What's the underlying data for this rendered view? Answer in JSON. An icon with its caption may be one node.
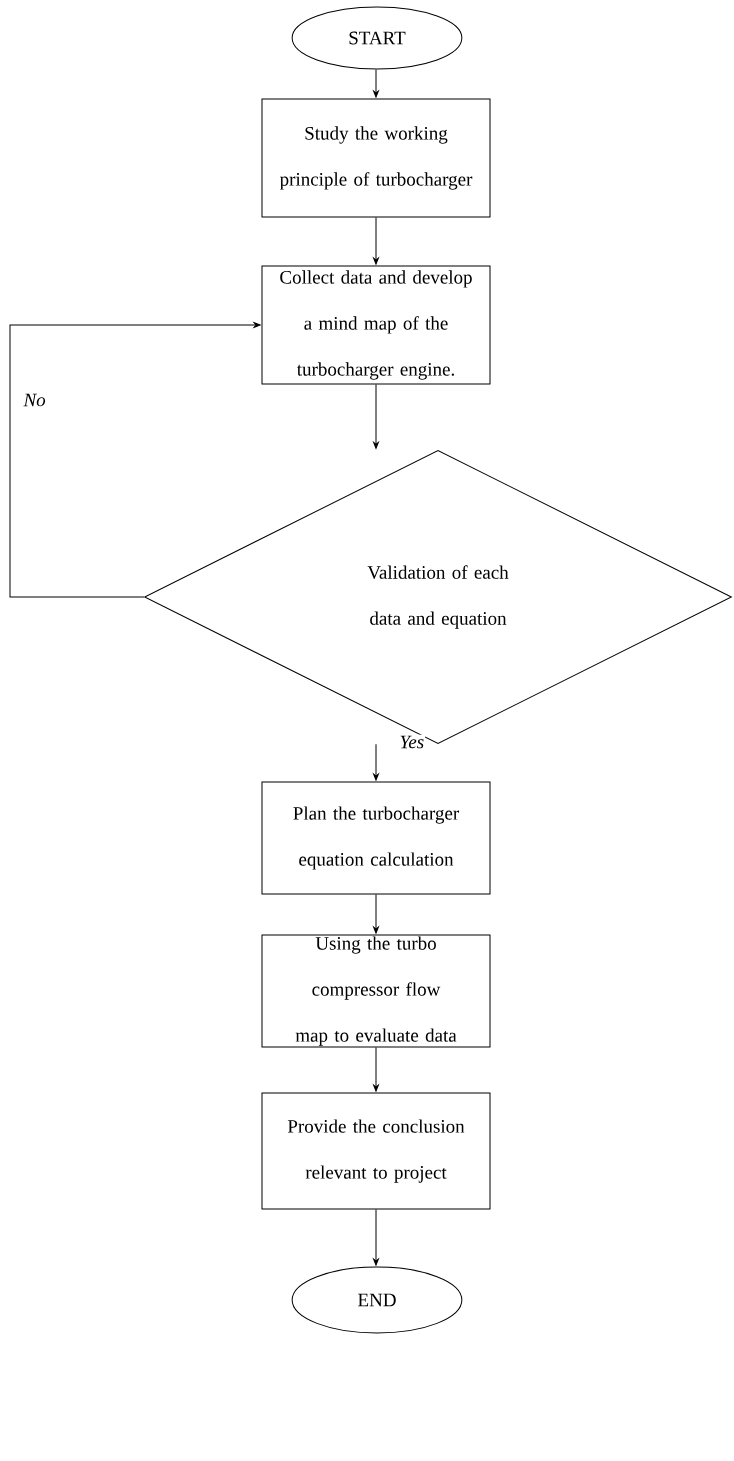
{
  "diagram": {
    "nodes": [
      {
        "text": [
          "START"
        ]
      },
      {
        "text": [
          "Study the working principle of turbocharger"
        ]
      },
      {
        "text": [
          "Collect data and develop a mind map of the turbocharger engine."
        ]
      },
      {
        "text": [
          "Validation of each data and equation"
        ]
      },
      {
        "text": [
          "Plan the turbocharger equation calculation"
        ]
      },
      {
        "text": [
          "Using the turbo compressor flow map to evaluate data"
        ]
      },
      {
        "text": [
          "Provide the conclusion relevant to project"
        ]
      },
      {
        "text": [
          "END"
        ]
      }
    ],
    "edges": [
      {
        "from": 0,
        "to": 1,
        "arrow": "to"
      },
      {
        "from": 1,
        "to": 2,
        "arrow": "to"
      },
      {
        "from": 2,
        "to": 3,
        "arrow": "to"
      },
      {
        "from": 3,
        "to": 4,
        "arrow": "to",
        "label": "Yes"
      },
      {
        "from": 3,
        "to": 2,
        "arrow": "to",
        "label": "No"
      },
      {
        "from": 4,
        "to": 5,
        "arrow": "to"
      },
      {
        "from": 5,
        "to": 6,
        "arrow": "to"
      },
      {
        "from": 6,
        "to": 7,
        "arrow": "to"
      }
    ]
  }
}
